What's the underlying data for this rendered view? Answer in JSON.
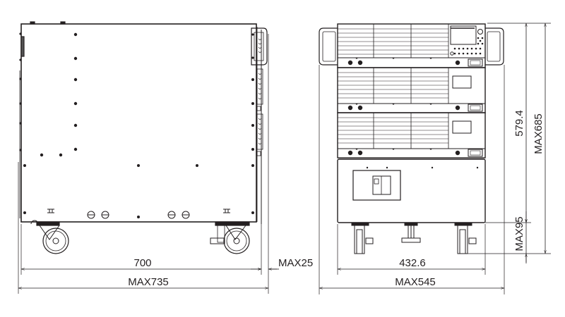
{
  "drawing": {
    "stroke_color": "#231f20",
    "background": "#ffffff",
    "side_view": {
      "dimensions": {
        "body_width": "700",
        "max_width": "MAX735",
        "handle_protrusion": "MAX25"
      }
    },
    "front_view": {
      "dimensions": {
        "body_width": "432.6",
        "max_width": "MAX545",
        "body_height": "579.4",
        "max_height": "MAX685",
        "caster_height": "MAX95"
      },
      "units": 3
    }
  }
}
